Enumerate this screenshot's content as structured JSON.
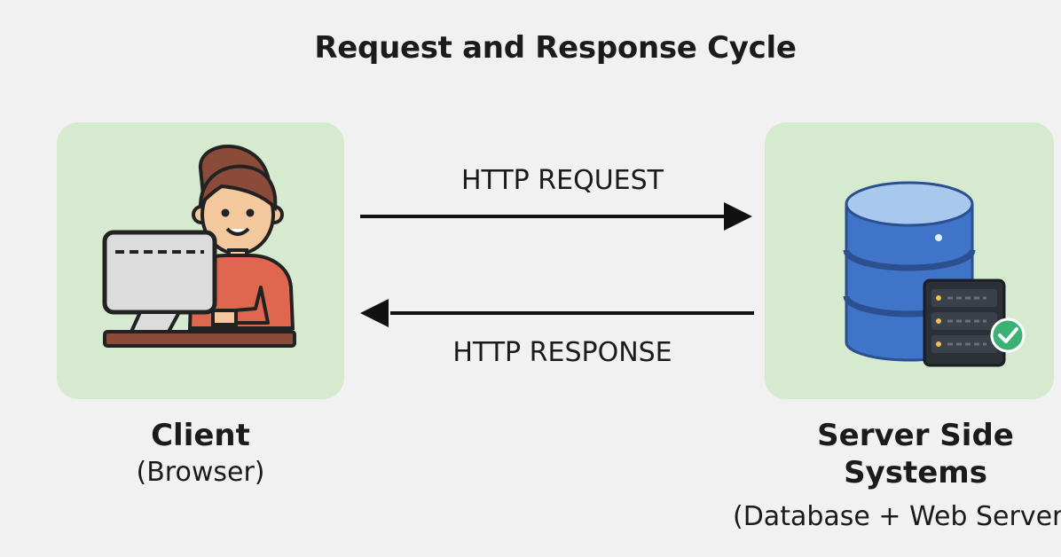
{
  "diagram": {
    "title": "Request and Response Cycle",
    "client": {
      "name": "Client",
      "subtitle": "(Browser)",
      "icon": "person-at-computer-icon"
    },
    "server": {
      "name": "Server Side Systems",
      "name_line1": "Server Side",
      "name_line2": "Systems",
      "subtitle": "(Database + Web Server)",
      "icon": "database-server-icon"
    },
    "request": {
      "label": "HTTP REQUEST",
      "direction": "client-to-server"
    },
    "response": {
      "label": "HTTP RESPONSE",
      "direction": "server-to-client"
    },
    "colors": {
      "panel": "#d6ead0",
      "background": "#f1f1f1",
      "database": "#3f74c9",
      "check": "#3bb273",
      "shirt": "#e0674f"
    }
  }
}
